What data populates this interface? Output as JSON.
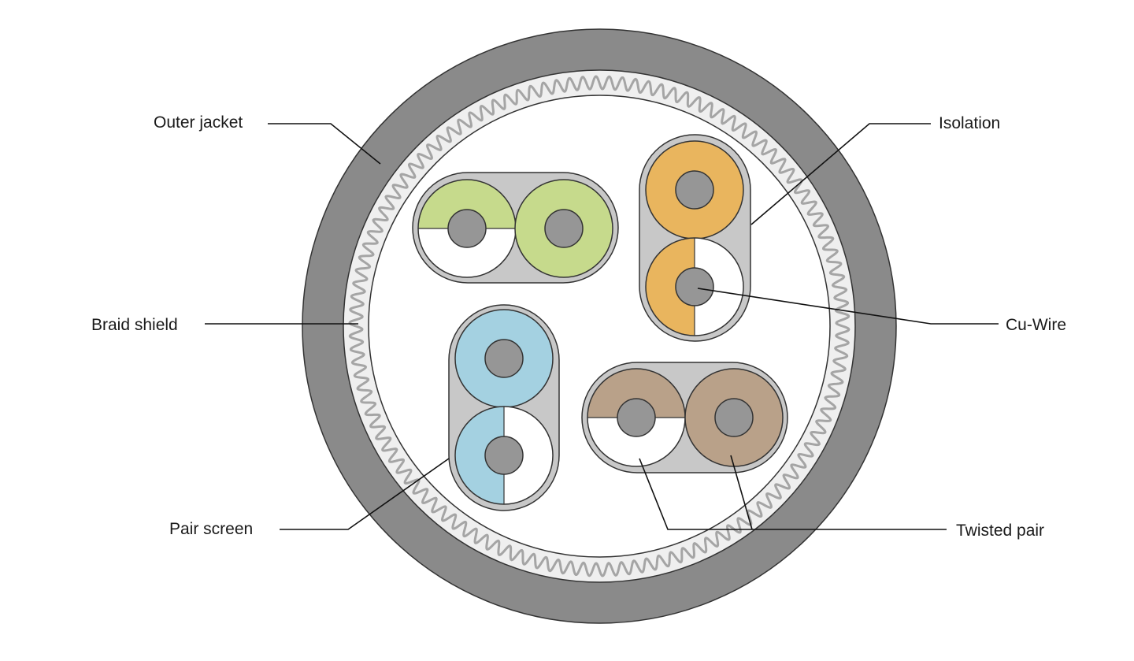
{
  "labels": {
    "outer_jacket": "Outer jacket",
    "braid_shield": "Braid shield",
    "pair_screen": "Pair screen",
    "isolation": "Isolation",
    "cu_wire": "Cu-Wire",
    "twisted_pair": "Twisted pair"
  },
  "colors": {
    "jacket": "#8a8a8a",
    "braid": "#a5a5a5",
    "braid_band": "#efefef",
    "screen": "#c8c8c8",
    "conductor": "#969696",
    "pair_green": "#c6da8c",
    "pair_orange": "#e9b55e",
    "pair_blue": "#a4d1e1",
    "pair_brown": "#b9a189",
    "white": "#ffffff",
    "outline": "#333333",
    "leader": "#111111"
  }
}
